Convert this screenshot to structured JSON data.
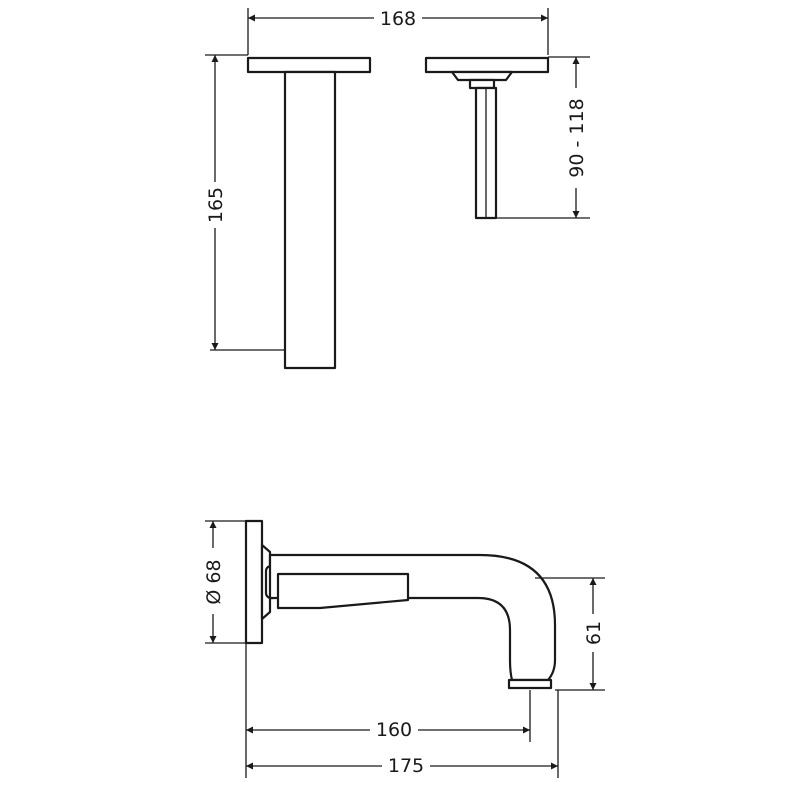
{
  "dimensions": {
    "top_width": "168",
    "spout_length_top": "165",
    "wall_projection": "90 - 118",
    "rosette_diameter": "Ø 68",
    "spout_height": "61",
    "spout_reach": "160",
    "overall_length": "175"
  }
}
